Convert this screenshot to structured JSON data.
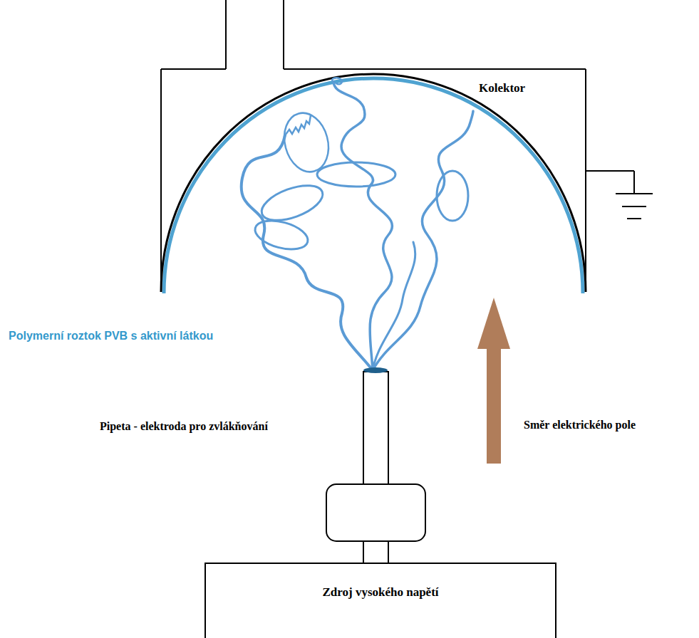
{
  "diagram": {
    "nodes": [
      {
        "text": [
          "Zdroj vysokého napětí"
        ]
      }
    ],
    "labels": [
      "Kolektor",
      "Polymerní roztok PVB s aktivní látkou",
      "Pipeta - elektroda pro zvlákňování",
      "Směr elektrického pole"
    ]
  }
}
